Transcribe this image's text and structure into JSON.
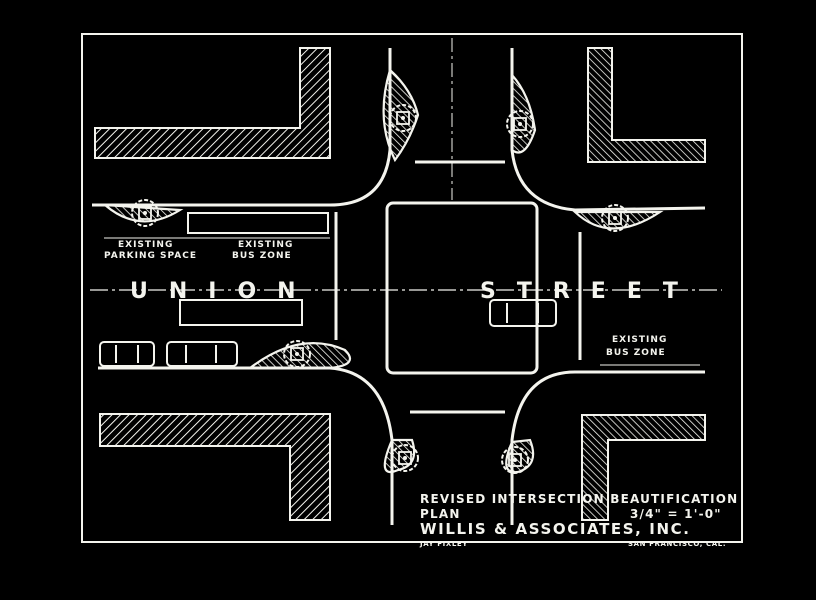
{
  "labels": {
    "street_name_west": "UNION",
    "street_name_east": "STREET",
    "existing_parking_line1": "EXISTING",
    "existing_parking_line2": "PARKING SPACE",
    "existing_bus_zone_west_line1": "EXISTING",
    "existing_bus_zone_west_line2": "BUS ZONE",
    "existing_bus_zone_east_line1": "EXISTING",
    "existing_bus_zone_east_line2": "BUS ZONE"
  },
  "title_block": {
    "title_line1": "REVISED INTERSECTION BEAUTIFICATION",
    "title_line2": "PLAN",
    "scale": "3/4\" = 1'-0\"",
    "firm": "WILLIS & ASSOCIATES, INC.",
    "drawn_by": "JAY FIXLEY",
    "location": "SAN FRANCISCO, CAL."
  },
  "colors": {
    "background": "#000000",
    "linework": "#f4f4ee"
  }
}
